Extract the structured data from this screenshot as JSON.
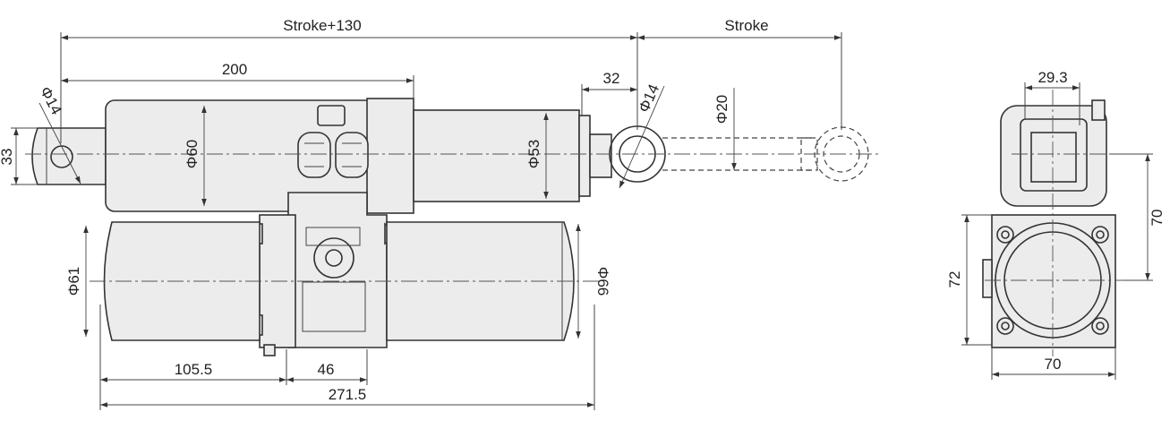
{
  "dimensions": {
    "stroke_plus_130": "Stroke+130",
    "stroke": "Stroke",
    "d200": "200",
    "d32": "32",
    "phi14_left": "Φ14",
    "phi14_right": "Φ14",
    "phi20": "Φ20",
    "d33": "33",
    "phi60": "Φ60",
    "phi53": "Φ53",
    "phi61": "Φ61",
    "phi66": "Φ66",
    "d105_5": "105.5",
    "d46": "46",
    "d271_5": "271.5",
    "d29_3": "29.3",
    "d70_right": "70",
    "d72": "72",
    "d70_bottom": "70"
  }
}
